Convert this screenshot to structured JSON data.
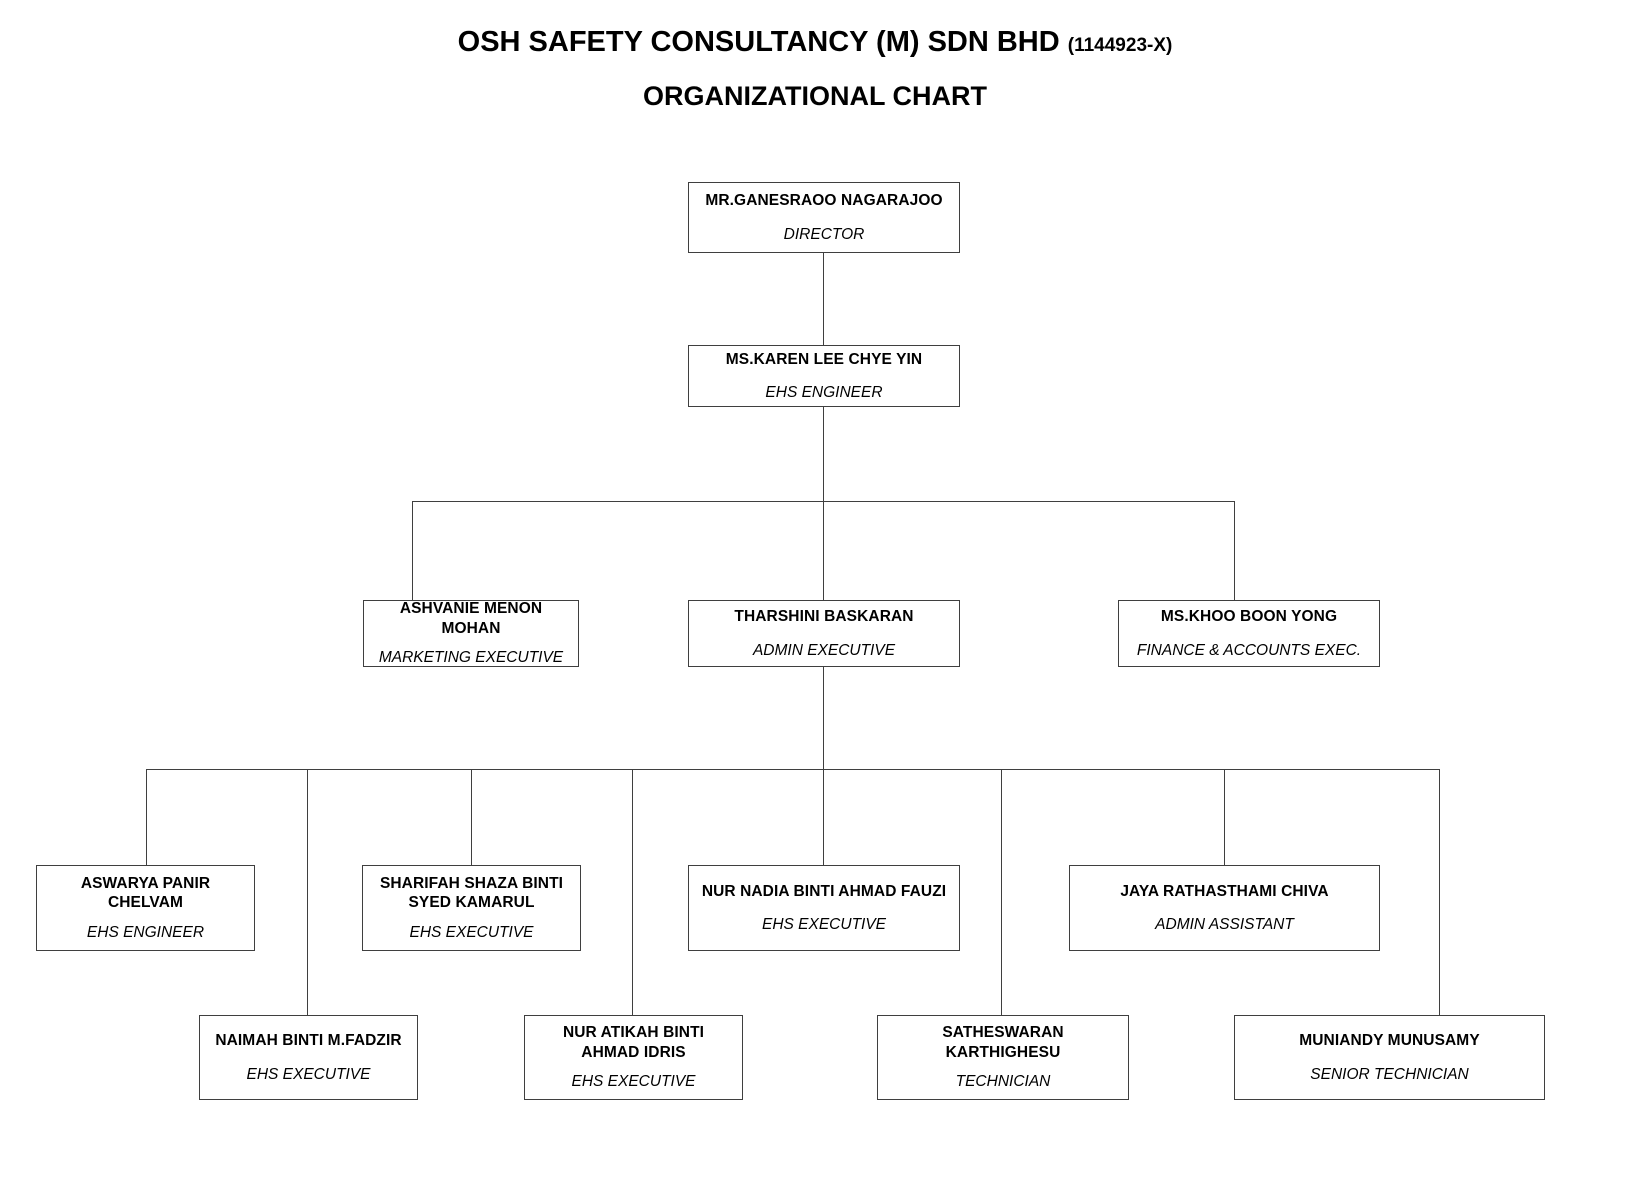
{
  "document": {
    "title_line1": "OSH SAFETY CONSULTANCY (M) SDN BHD",
    "registration_number": "(1144923-X)",
    "title_line2": "ORGANIZATIONAL CHART"
  },
  "chart_data": {
    "type": "diagram",
    "diagram_kind": "organizational-chart",
    "title": "OSH SAFETY CONSULTANCY (M) SDN BHD (1144923-X) ORGANIZATIONAL CHART",
    "nodes": [
      {
        "id": "n1",
        "name": "MR.GANESRAOO NAGARAJOO",
        "title": "DIRECTOR",
        "level": 1
      },
      {
        "id": "n2",
        "name": "MS.KAREN LEE CHYE YIN",
        "title": "EHS ENGINEER",
        "level": 2
      },
      {
        "id": "n3",
        "name": "ASHVANIE MENON\nMOHAN",
        "title": "MARKETING EXECUTIVE",
        "level": 3
      },
      {
        "id": "n4",
        "name": "THARSHINI BASKARAN",
        "title": "ADMIN EXECUTIVE",
        "level": 3
      },
      {
        "id": "n5",
        "name": "MS.KHOO BOON YONG",
        "title": "FINANCE & ACCOUNTS EXEC.",
        "level": 3
      },
      {
        "id": "n6",
        "name": "ASWARYA PANIR\nCHELVAM",
        "title": "EHS ENGINEER",
        "level": 4
      },
      {
        "id": "n7",
        "name": "SHARIFAH SHAZA BINTI\nSYED KAMARUL",
        "title": "EHS EXECUTIVE",
        "level": 4
      },
      {
        "id": "n8",
        "name": "NUR NADIA BINTI AHMAD FAUZI",
        "title": "EHS EXECUTIVE",
        "level": 4
      },
      {
        "id": "n9",
        "name": "JAYA RATHASTHAMI CHIVA",
        "title": "ADMIN ASSISTANT",
        "level": 4
      },
      {
        "id": "n10",
        "name": "NAIMAH BINTI M.FADZIR",
        "title": "EHS EXECUTIVE",
        "level": 5
      },
      {
        "id": "n11",
        "name": "NUR ATIKAH BINTI\nAHMAD IDRIS",
        "title": "EHS EXECUTIVE",
        "level": 5
      },
      {
        "id": "n12",
        "name": "SATHESWARAN\nKARTHIGHESU",
        "title": "TECHNICIAN",
        "level": 5
      },
      {
        "id": "n13",
        "name": "MUNIANDY MUNUSAMY",
        "title": "SENIOR TECHNICIAN",
        "level": 5
      }
    ],
    "edges": [
      {
        "from": "n1",
        "to": "n2"
      },
      {
        "from": "n2",
        "to": "n3"
      },
      {
        "from": "n2",
        "to": "n4"
      },
      {
        "from": "n2",
        "to": "n5"
      },
      {
        "from": "n4",
        "to": "n6"
      },
      {
        "from": "n4",
        "to": "n7"
      },
      {
        "from": "n4",
        "to": "n8"
      },
      {
        "from": "n4",
        "to": "n9"
      },
      {
        "from": "n4",
        "to": "n10"
      },
      {
        "from": "n4",
        "to": "n11"
      },
      {
        "from": "n4",
        "to": "n12"
      },
      {
        "from": "n4",
        "to": "n13"
      }
    ],
    "colors": {
      "background": "#ffffff",
      "box_border": "#3f3f3f",
      "text": "#000000",
      "connector": "#3f3f3f"
    }
  }
}
